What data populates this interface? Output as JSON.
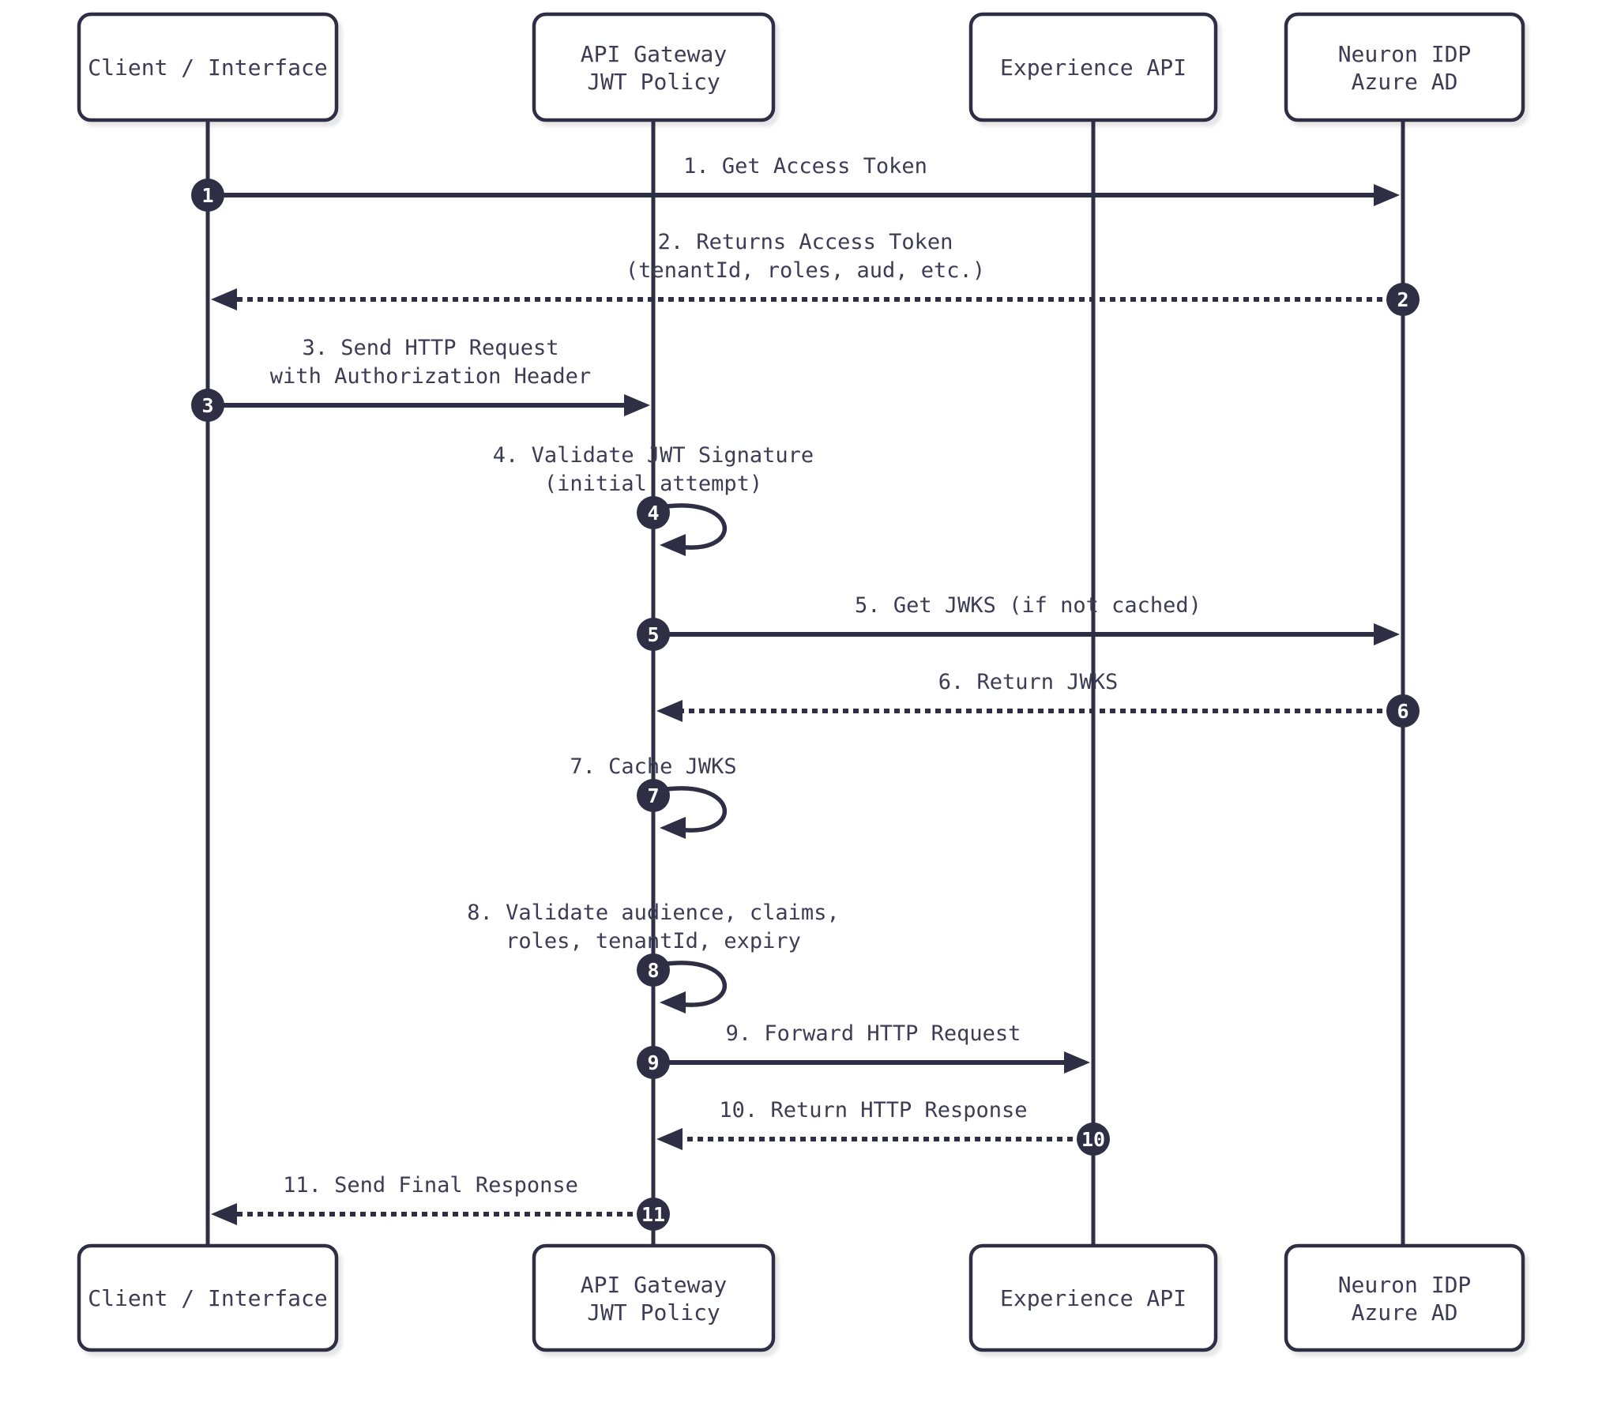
{
  "diagram": {
    "title": "JWT validation sequence diagram",
    "colors": {
      "background": "#ffffff",
      "stroke": "#2e2e44",
      "text": "#3c3c55",
      "badge_fill": "#2e2e44",
      "badge_text": "#ffffff"
    },
    "actors": [
      {
        "id": "client",
        "label_lines": [
          "Client / Interface"
        ]
      },
      {
        "id": "gateway",
        "label_lines": [
          "API Gateway",
          "JWT Policy"
        ]
      },
      {
        "id": "experience",
        "label_lines": [
          "Experience API"
        ]
      },
      {
        "id": "idp",
        "label_lines": [
          "Neuron IDP",
          "Azure AD"
        ]
      }
    ],
    "messages": [
      {
        "num": "1",
        "lines": [
          "1. Get Access Token"
        ],
        "from": "client",
        "to": "idp",
        "style": "solid"
      },
      {
        "num": "2",
        "lines": [
          "2. Returns Access Token",
          "(tenantId, roles, aud, etc.)"
        ],
        "from": "idp",
        "to": "client",
        "style": "dashed"
      },
      {
        "num": "3",
        "lines": [
          "3. Send HTTP Request",
          "with Authorization Header"
        ],
        "from": "client",
        "to": "gateway",
        "style": "solid"
      },
      {
        "num": "4",
        "lines": [
          "4. Validate JWT Signature",
          "(initial attempt)"
        ],
        "from": "gateway",
        "to": "gateway",
        "style": "self"
      },
      {
        "num": "5",
        "lines": [
          "5. Get JWKS (if not cached)"
        ],
        "from": "gateway",
        "to": "idp",
        "style": "solid"
      },
      {
        "num": "6",
        "lines": [
          "6. Return JWKS"
        ],
        "from": "idp",
        "to": "gateway",
        "style": "dashed"
      },
      {
        "num": "7",
        "lines": [
          "7. Cache JWKS"
        ],
        "from": "gateway",
        "to": "gateway",
        "style": "self"
      },
      {
        "num": "8",
        "lines": [
          "8. Validate audience, claims,",
          "roles, tenantId, expiry"
        ],
        "from": "gateway",
        "to": "gateway",
        "style": "self"
      },
      {
        "num": "9",
        "lines": [
          "9. Forward HTTP Request"
        ],
        "from": "gateway",
        "to": "experience",
        "style": "solid"
      },
      {
        "num": "10",
        "lines": [
          "10. Return HTTP Response"
        ],
        "from": "experience",
        "to": "gateway",
        "style": "dashed"
      },
      {
        "num": "11",
        "lines": [
          "11. Send Final Response"
        ],
        "from": "gateway",
        "to": "client",
        "style": "dashed"
      }
    ]
  }
}
